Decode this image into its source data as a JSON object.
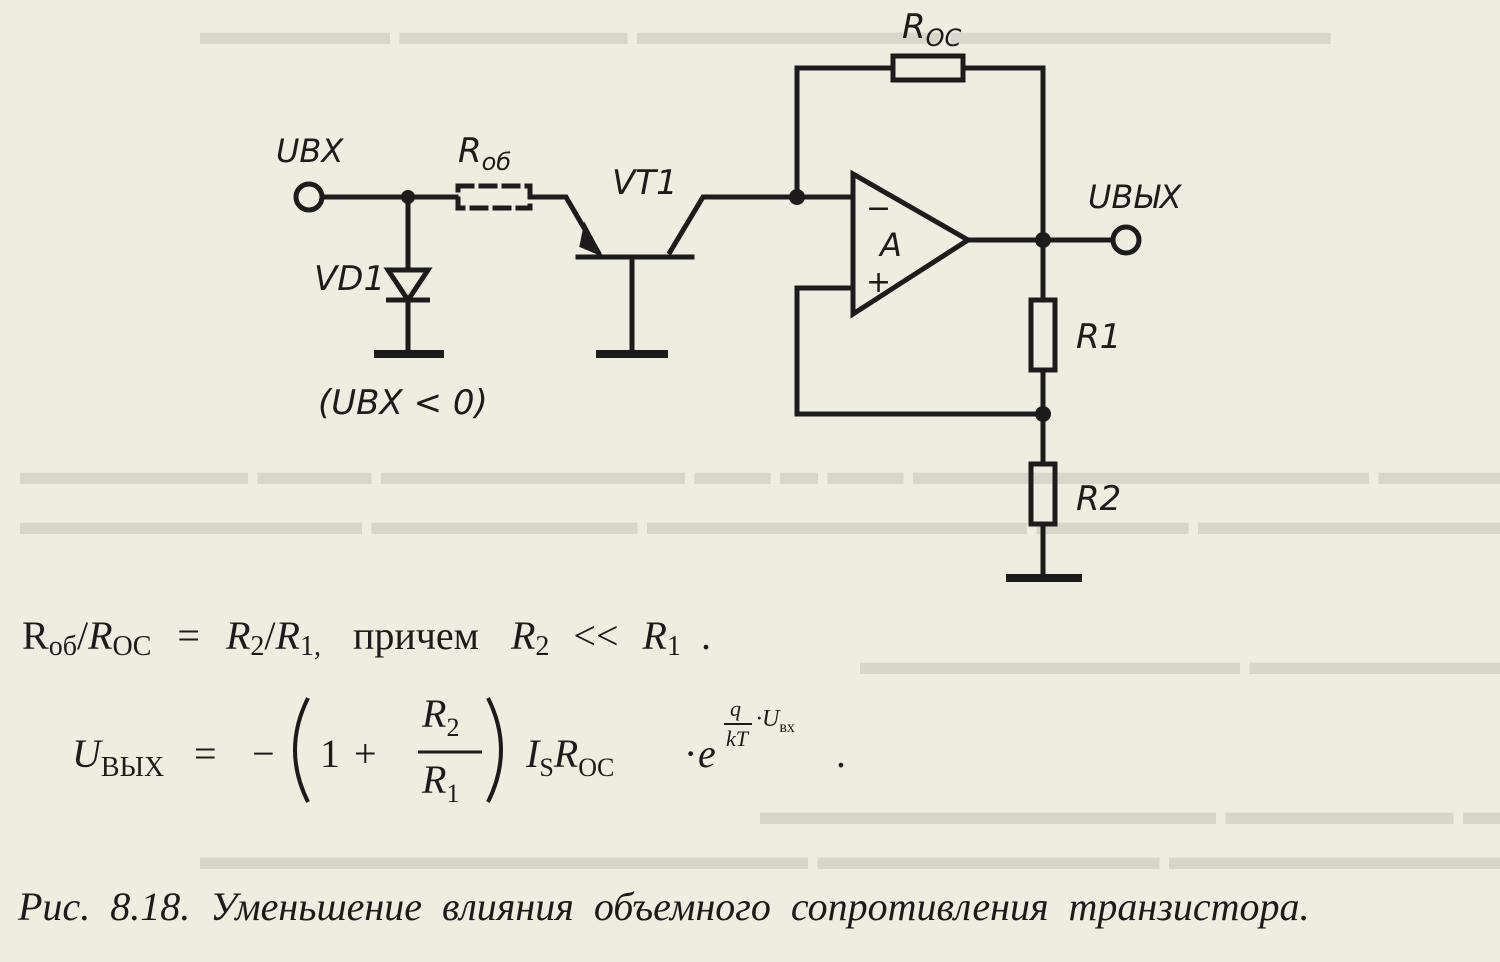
{
  "diagram": {
    "labels": {
      "r_oc": "R",
      "r_oc_sub": "OC",
      "u_in": "UBX",
      "r_ob": "R",
      "r_ob_sub": "об",
      "vt1": "VT1",
      "vd1": "VD1",
      "u_in_condition": "(UBX < 0)",
      "amp": "A",
      "minus": "−",
      "plus": "+",
      "u_out": "UBЫX",
      "r1": "R1",
      "r2": "R2"
    }
  },
  "formula1": {
    "r_ob": "R",
    "r_ob_sub": "об",
    "slash": "/",
    "r_oc": "R",
    "r_oc_sub": "OC",
    "eq": "=",
    "r2": "R",
    "r2_sub": "2",
    "slash2": "/",
    "r1": "R",
    "r1_sub": "1,",
    "word": "причем",
    "r2b": "R",
    "r2b_sub": "2",
    "ll": "<<",
    "r1b": "R",
    "r1b_sub": "1",
    "end": "."
  },
  "formula2": {
    "u": "U",
    "u_sub": "ВЫХ",
    "eq": "=",
    "minus": "−",
    "one": "1",
    "plus": "+",
    "num": "R",
    "num_sub": "2",
    "den": "R",
    "den_sub": "1",
    "is": "I",
    "is_sub": "S",
    "roc": "R",
    "roc_sub": "OC",
    "dot": "·",
    "e": "e",
    "exp_num": "q",
    "exp_den": "kT",
    "exp_u": "·U",
    "exp_u_sub": "вх",
    "end": "."
  },
  "caption": "Рис. 8.18. Уменьшение влияния объемного сопротивления транзистора."
}
